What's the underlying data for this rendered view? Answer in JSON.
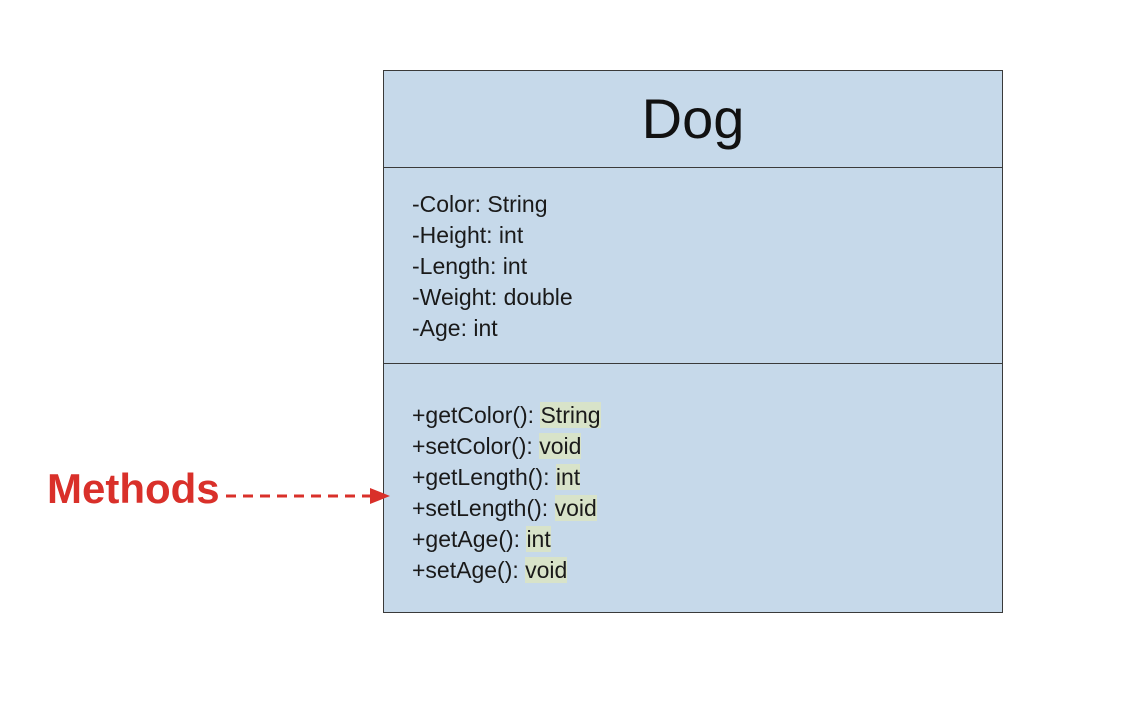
{
  "uml_class": {
    "name": "Dog",
    "attributes": [
      {
        "text": "-Color: String"
      },
      {
        "text": "-Height: int"
      },
      {
        "text": "-Length: int"
      },
      {
        "text": "-Weight: double"
      },
      {
        "text": "-Age: int"
      }
    ],
    "methods": [
      {
        "signature": "+getColor(): ",
        "return_type": "String"
      },
      {
        "signature": "+setColor(): ",
        "return_type": "void"
      },
      {
        "signature": "+getLength(): ",
        "return_type": "int"
      },
      {
        "signature": "+setLength(): ",
        "return_type": "void"
      },
      {
        "signature": "+getAge(): ",
        "return_type": "int"
      },
      {
        "signature": "+setAge(): ",
        "return_type": "void"
      }
    ]
  },
  "annotation": {
    "label": "Methods",
    "color": "#d9302a"
  },
  "colors": {
    "class_fill": "#c6d9ea",
    "border": "#3a3a3a"
  }
}
